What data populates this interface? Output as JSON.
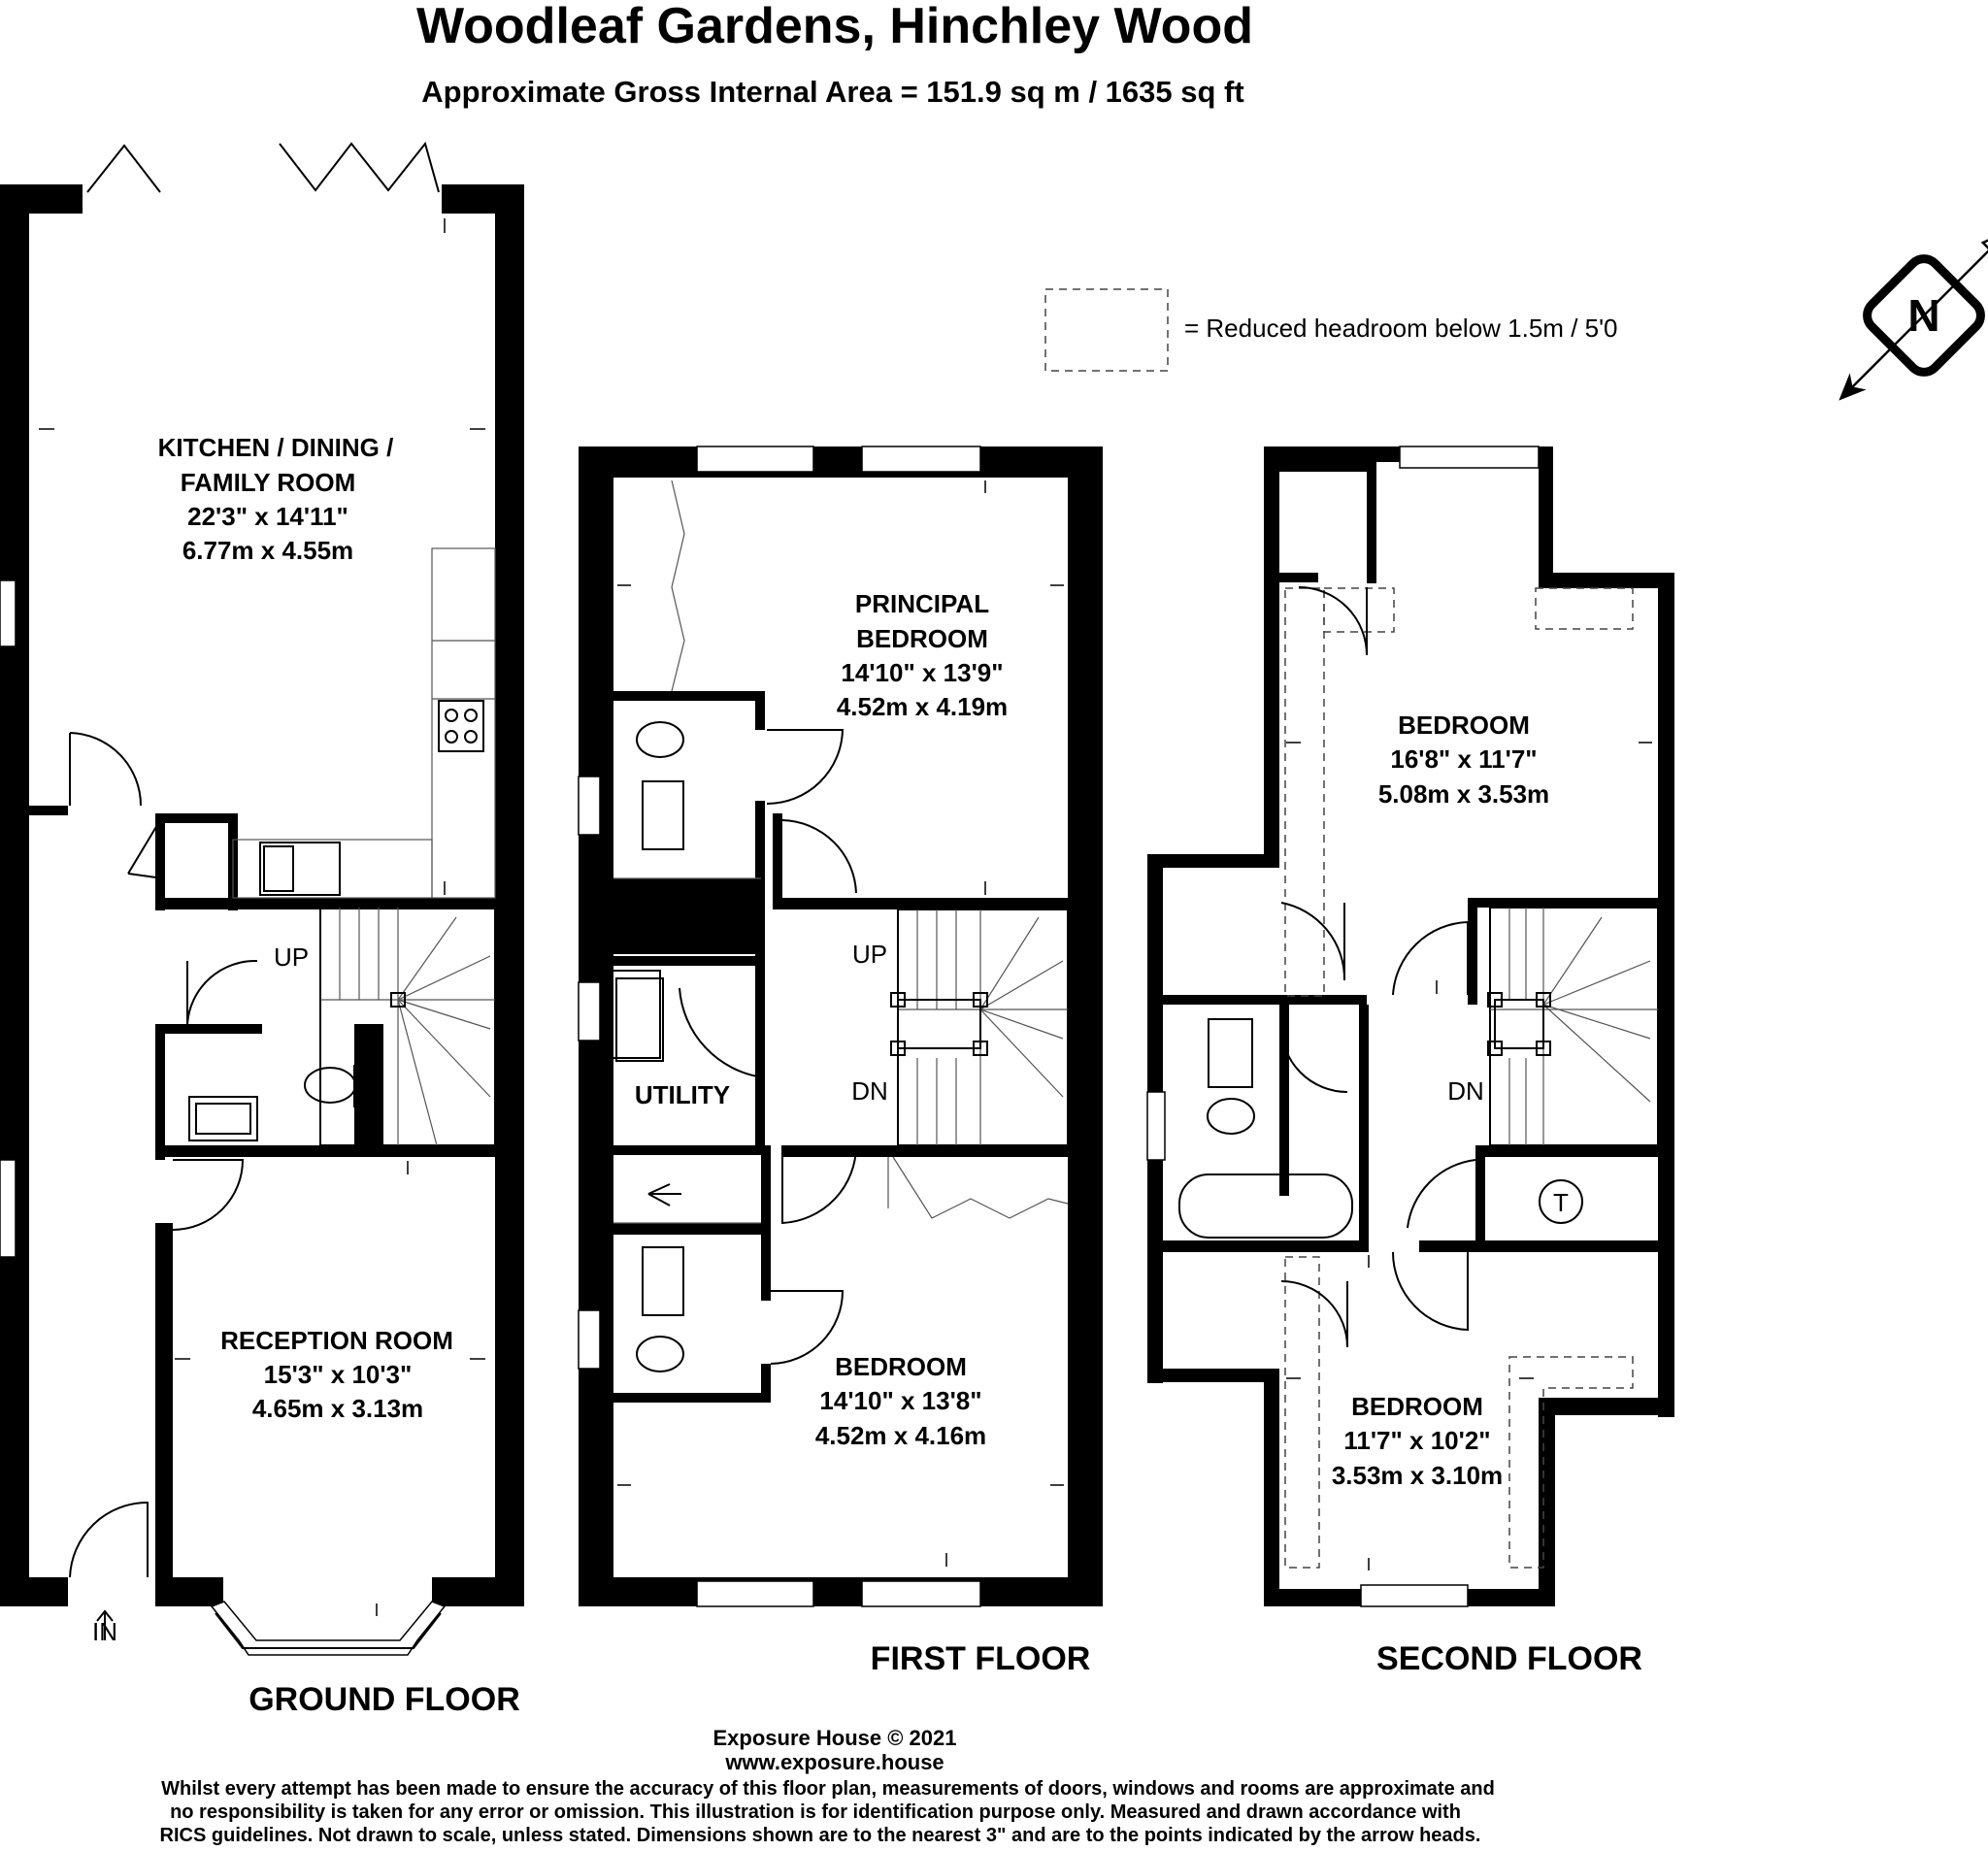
{
  "header": {
    "title": "Woodleaf Gardens, Hinchley Wood",
    "subtitle": "Approximate Gross Internal Area = 151.9 sq m / 1635 sq ft"
  },
  "legend": {
    "label": "= Reduced headroom below 1.5m / 5'0"
  },
  "compass": {
    "letter": "N"
  },
  "ground_floor": {
    "label": "GROUND FLOOR",
    "kitchen": {
      "name_1": "KITCHEN / DINING /",
      "name_2": "FAMILY ROOM",
      "imperial": "22'3\" x 14'11\"",
      "metric": "6.77m x 4.55m"
    },
    "reception": {
      "name": "RECEPTION ROOM",
      "imperial": "15'3\" x 10'3\"",
      "metric": "4.65m x 3.13m"
    },
    "stairs_up": "UP",
    "entrance": "IN"
  },
  "first_floor": {
    "label": "FIRST FLOOR",
    "principal": {
      "name_1": "PRINCIPAL",
      "name_2": "BEDROOM",
      "imperial": "14'10\" x 13'9\"",
      "metric": "4.52m x 4.19m"
    },
    "bedroom": {
      "name": "BEDROOM",
      "imperial": "14'10\" x 13'8\"",
      "metric": "4.52m x 4.16m"
    },
    "utility": "UTILITY",
    "stairs_up": "UP",
    "stairs_down": "DN"
  },
  "second_floor": {
    "label": "SECOND FLOOR",
    "bedroom_a": {
      "name": "BEDROOM",
      "imperial": "16'8\" x 11'7\"",
      "metric": "5.08m x 3.53m"
    },
    "bedroom_b": {
      "name": "BEDROOM",
      "imperial": "11'7\" x 10'2\"",
      "metric": "3.53m x 3.10m"
    },
    "stairs_down": "DN",
    "tank": "T"
  },
  "footer": {
    "copyright": "Exposure House © 2021",
    "website": "www.exposure.house",
    "disclaimer_1": "Whilst every attempt has been made to ensure the accuracy of this floor plan, measurements of doors, windows and rooms are approximate and",
    "disclaimer_2": "no responsibility is taken for any error or omission. This illustration is for identification purpose only. Measured and drawn accordance with",
    "disclaimer_3": "RICS guidelines. Not drawn to scale, unless stated. Dimensions shown are to the nearest 3\" and are to the points indicated by the arrow heads."
  }
}
